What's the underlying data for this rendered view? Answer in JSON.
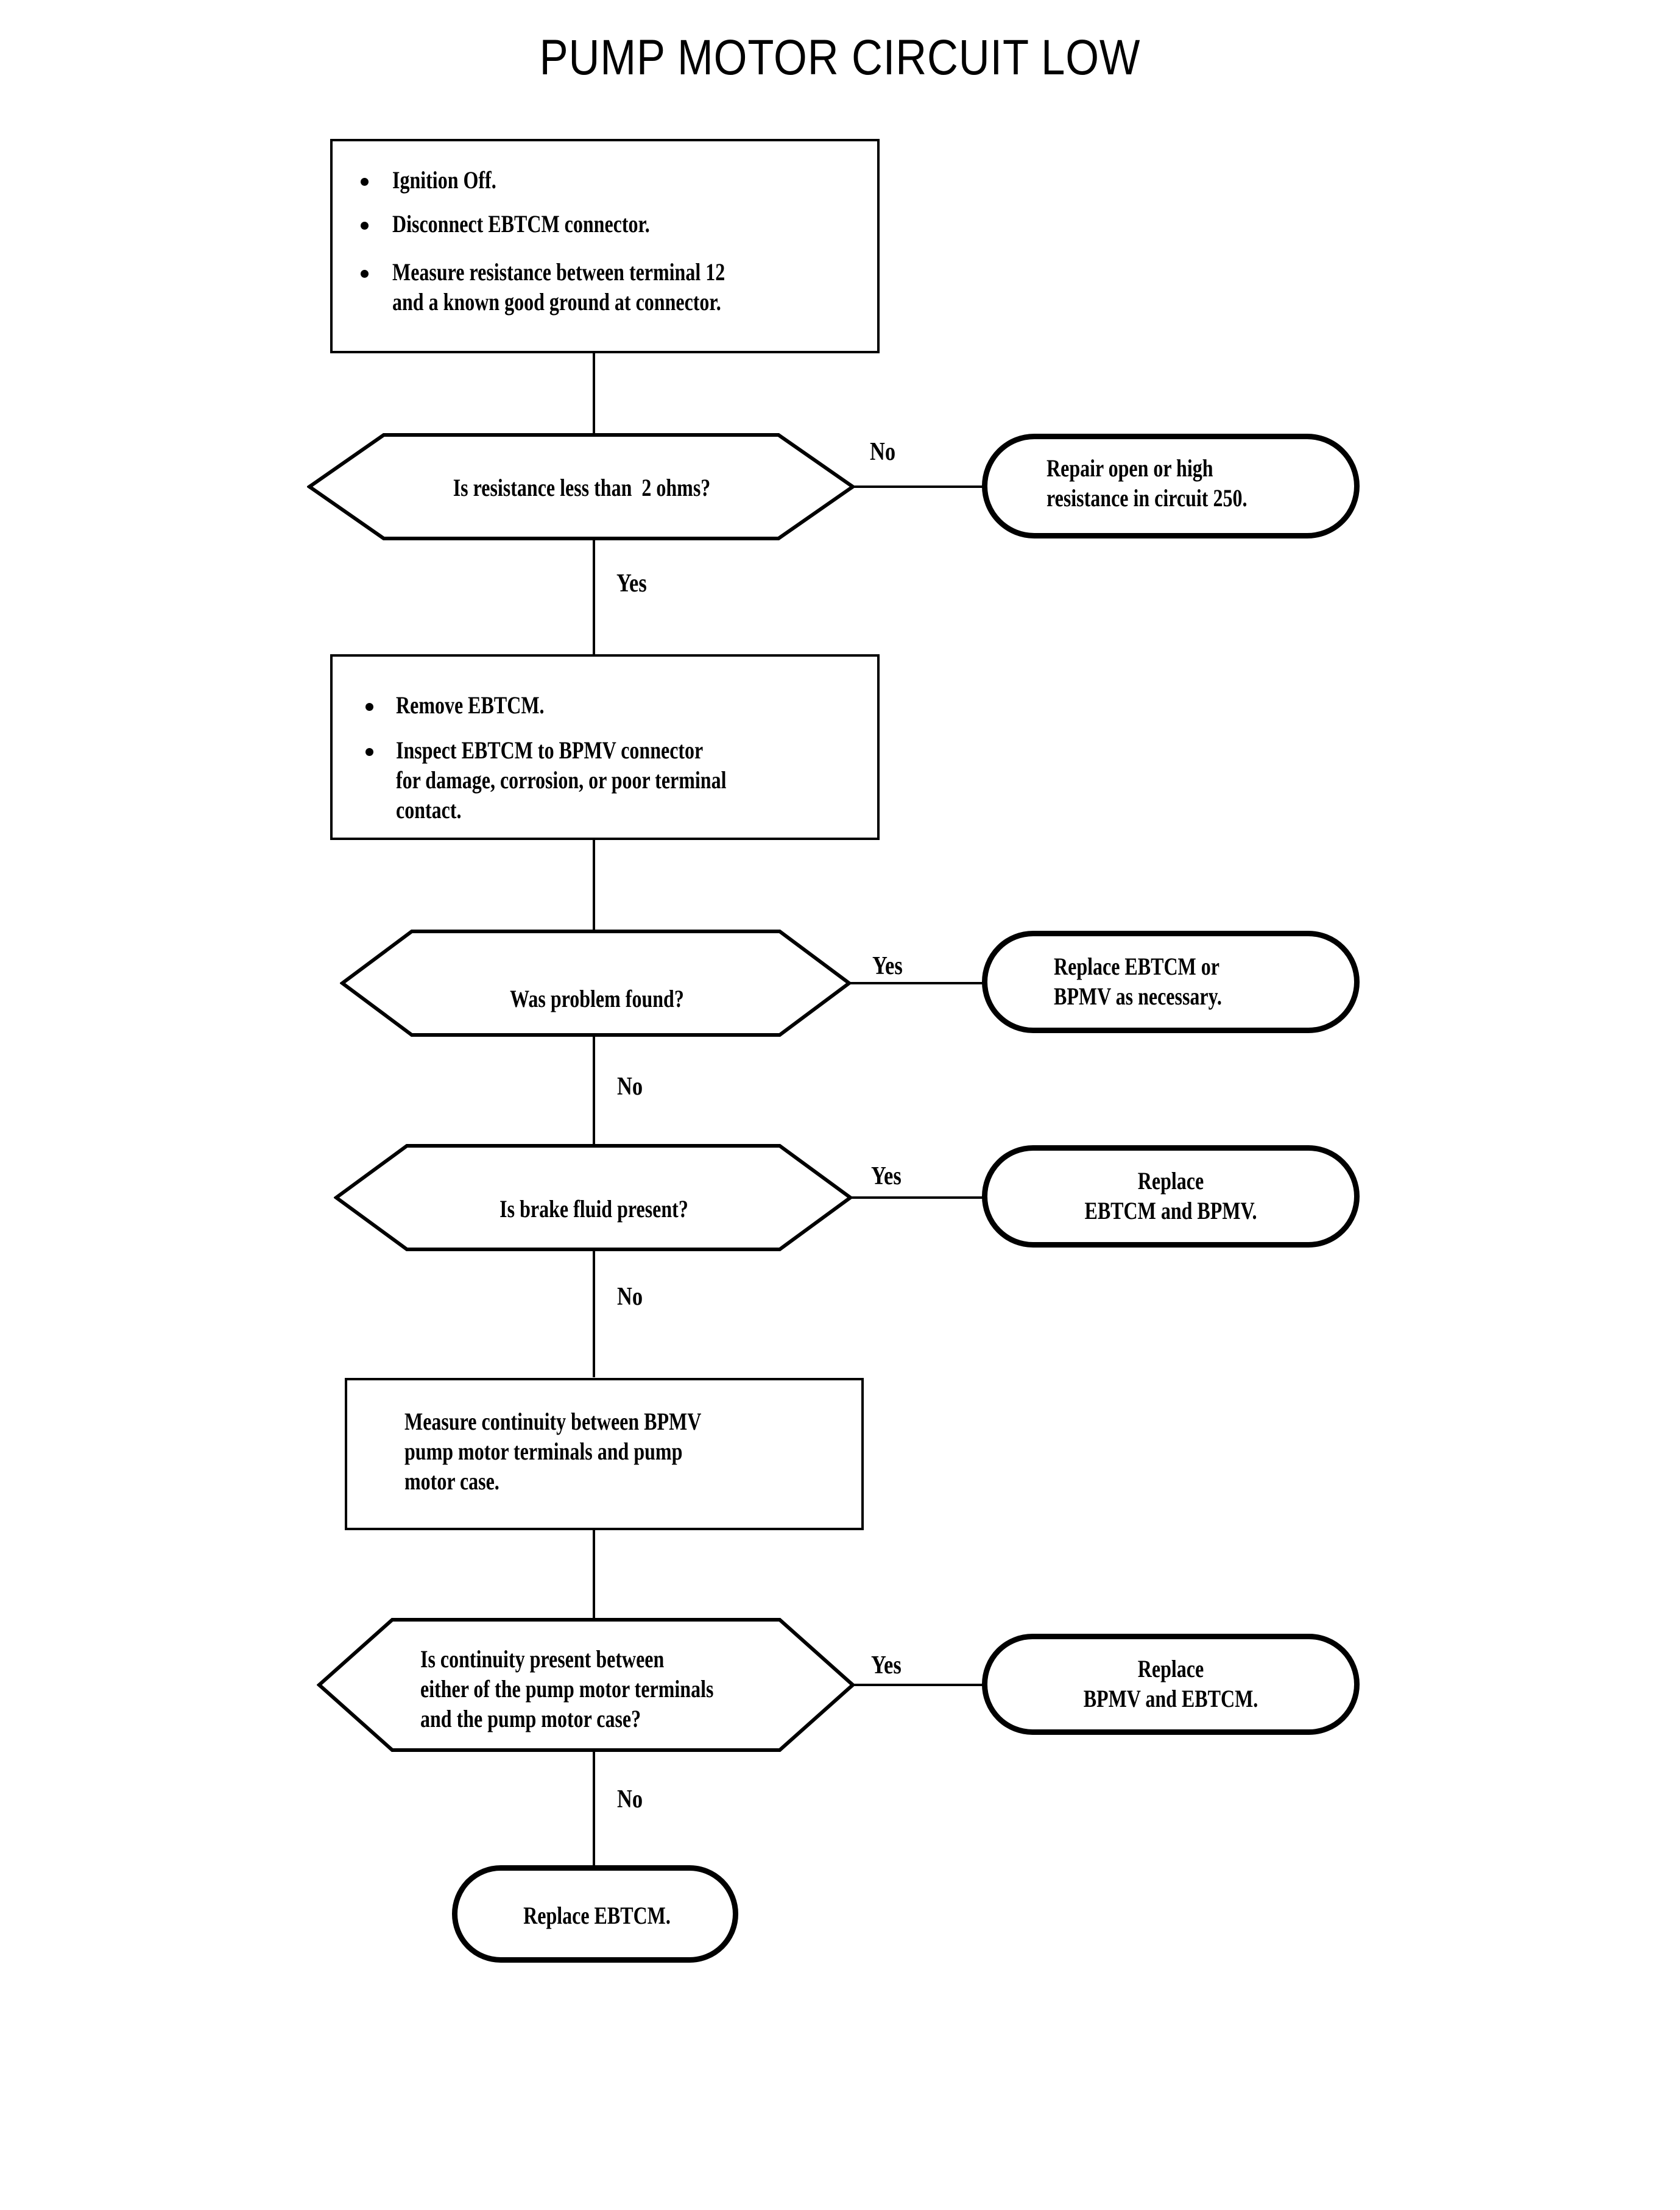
{
  "title": "PUMP MOTOR CIRCUIT LOW",
  "colors": {
    "ink": "#000000",
    "paper": "#ffffff"
  },
  "nodes": {
    "step1": {
      "type": "process",
      "bullets": [
        "Ignition Off.",
        "Disconnect EBTCM connector.",
        "Measure resistance between terminal 12\nand a known good ground at connector."
      ]
    },
    "decision1": {
      "type": "decision",
      "text": "Is resistance less than  2 ohms?"
    },
    "terminator1": {
      "type": "terminator",
      "text": "Repair open or high\nresistance in circuit 250."
    },
    "step2": {
      "type": "process",
      "bullets": [
        "Remove EBTCM.",
        "Inspect EBTCM to BPMV connector\nfor damage, corrosion, or poor terminal\ncontact."
      ]
    },
    "decision2": {
      "type": "decision",
      "text": "Was problem found?"
    },
    "terminator2": {
      "type": "terminator",
      "text": "Replace EBTCM or\nBPMV as necessary."
    },
    "decision3": {
      "type": "decision",
      "text": "Is brake fluid present?"
    },
    "terminator3": {
      "type": "terminator",
      "text": "Replace\nEBTCM and BPMV."
    },
    "step3": {
      "type": "process",
      "text": "Measure continuity between BPMV\npump motor terminals and pump\nmotor case."
    },
    "decision4": {
      "type": "decision",
      "text": "Is continuity present between\neither of the pump motor terminals\nand the pump motor case?"
    },
    "terminator4": {
      "type": "terminator",
      "text": "Replace\nBPMV and EBTCM."
    },
    "terminator5": {
      "type": "terminator",
      "text": "Replace EBTCM."
    }
  },
  "branch_labels": {
    "d1_no": "No",
    "d1_yes": "Yes",
    "d2_yes": "Yes",
    "d2_no": "No",
    "d3_yes": "Yes",
    "d3_no": "No",
    "d4_yes": "Yes",
    "d4_no": "No"
  }
}
